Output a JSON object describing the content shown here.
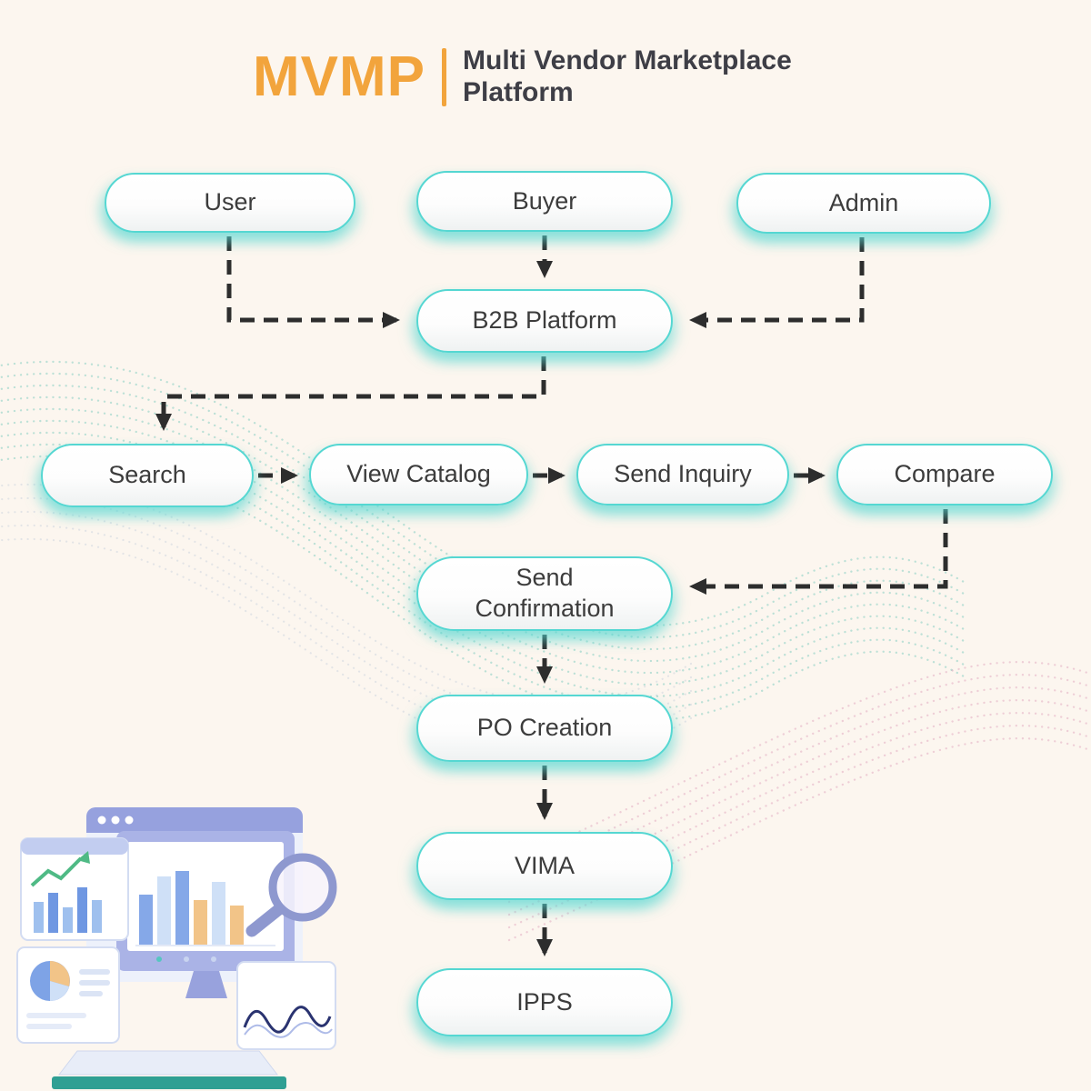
{
  "header": {
    "logo": "MVMP",
    "title_line1": "Multi Vendor Marketplace",
    "title_line2": "Platform"
  },
  "nodes": {
    "user": "User",
    "buyer": "Buyer",
    "admin": "Admin",
    "b2b_platform": "B2B Platform",
    "search": "Search",
    "view_catalog": "View Catalog",
    "send_inquiry": "Send Inquiry",
    "compare": "Compare",
    "send_confirmation": "Send Confirmation",
    "po_creation": "PO Creation",
    "vima": "VIMA",
    "ipps": "IPPS"
  },
  "flow": {
    "edges": [
      "User -> B2B Platform",
      "Buyer -> B2B Platform",
      "Admin -> B2B Platform",
      "B2B Platform -> Search",
      "Search -> View Catalog",
      "View Catalog -> Send Inquiry",
      "Send Inquiry -> Compare",
      "Compare -> Send Confirmation",
      "Send Confirmation -> PO Creation",
      "PO Creation -> VIMA",
      "VIMA -> IPPS"
    ]
  },
  "colors": {
    "background": "#FCF6EF",
    "logo_accent": "#F2A43C",
    "title_text": "#3E3E46",
    "node_border": "#55D7D2",
    "node_glow": "#7FE3DE",
    "node_text": "#3C3C3C",
    "arrow": "#2D2D2D",
    "wave_teal": "#38B3A4",
    "wave_pink": "#C95F92"
  }
}
